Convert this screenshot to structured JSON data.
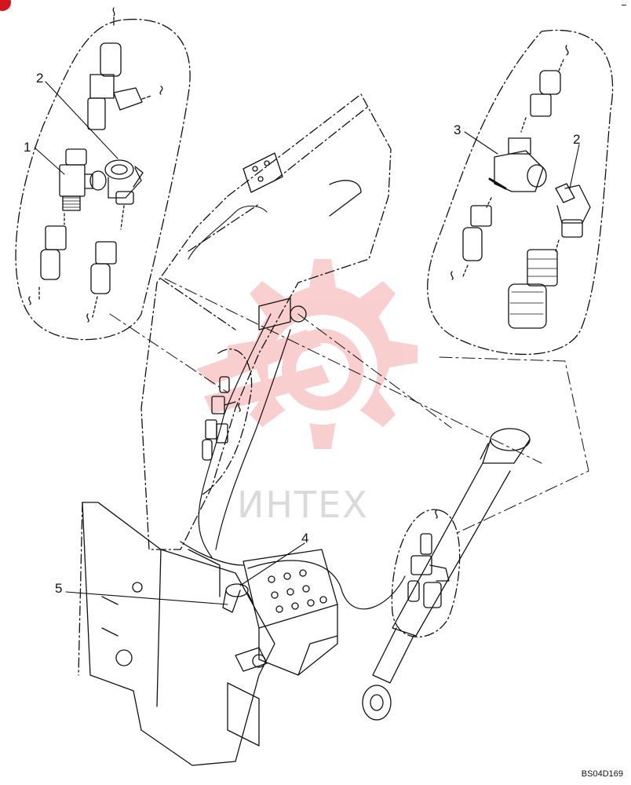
{
  "callouts": {
    "c1": "1",
    "c2_left": "2",
    "c3": "3",
    "c2_right": "2",
    "c4": "4",
    "c5": "5"
  },
  "drawing_code": "BS04D169",
  "watermark": {
    "text": "ИНТЕХ",
    "color": "#e8262b",
    "icon": "gear-target-icon"
  },
  "colors": {
    "line": "#111111",
    "background": "#ffffff",
    "brand_red": "#d4151d"
  }
}
